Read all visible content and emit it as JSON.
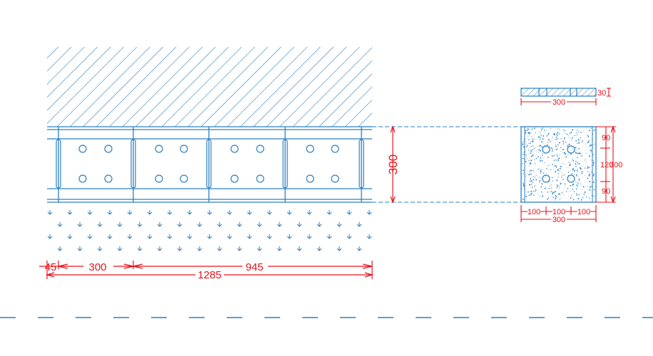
{
  "colors": {
    "structure": "#2a7fc4",
    "dimension": "#e8131b",
    "background": "#ffffff"
  },
  "elevation": {
    "dims_bottom": {
      "d_left": "45",
      "d_first": "300",
      "d_rest": "945",
      "d_total": "1285"
    },
    "dim_height": "300"
  },
  "section": {
    "cap_thickness": "30",
    "cap_width": "300",
    "dims_right": {
      "top": "90",
      "middle": "120",
      "bottom": "90",
      "total": "300"
    },
    "dims_bottom": {
      "left": "100",
      "center": "100",
      "right": "100",
      "total": "300"
    }
  }
}
